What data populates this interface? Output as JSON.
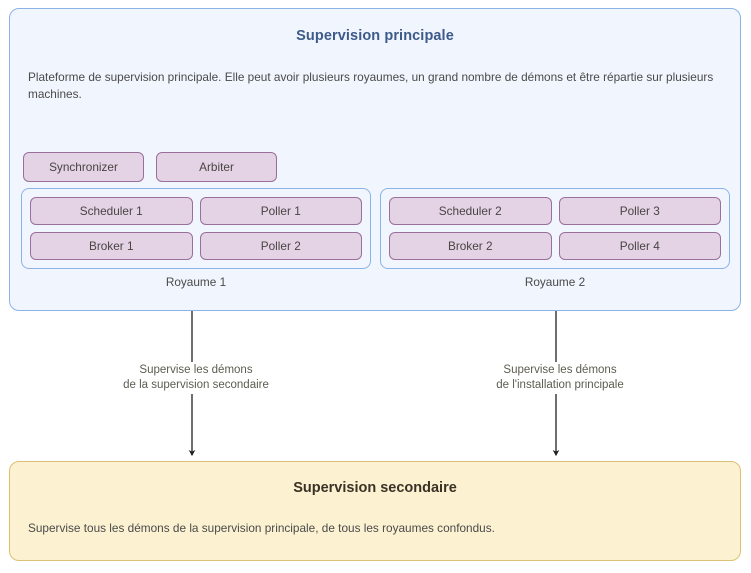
{
  "main": {
    "title": "Supervision principale",
    "description": "Plateforme de supervision principale. Elle peut avoir plusieurs royaumes, un grand nombre de démons et être répartie sur plusieurs machines.",
    "global_daemons": [
      {
        "label": "Synchronizer"
      },
      {
        "label": "Arbiter"
      }
    ],
    "realms": [
      {
        "label": "Royaume 1",
        "nodes": [
          {
            "label": "Scheduler 1"
          },
          {
            "label": "Poller 1"
          },
          {
            "label": "Broker 1"
          },
          {
            "label": "Poller 2"
          }
        ]
      },
      {
        "label": "Royaume 2",
        "nodes": [
          {
            "label": "Scheduler 2"
          },
          {
            "label": "Poller 3"
          },
          {
            "label": "Broker 2"
          },
          {
            "label": "Poller 4"
          }
        ]
      }
    ]
  },
  "arrows": [
    {
      "line1": "Supervise les démons",
      "line2": "de la supervision secondaire"
    },
    {
      "line1": "Supervise les démons",
      "line2": "de l'installation principale"
    }
  ],
  "secondary": {
    "title": "Supervision secondaire",
    "description": "Supervise tous les démons de la supervision principale, de tous les royaumes confondus."
  },
  "colors": {
    "panel_fill": "#f1f5fd",
    "panel_border": "#8cb3e8",
    "node_fill": "#e3d3e4",
    "node_border": "#9b6f9b",
    "secondary_fill": "#fcf2d2",
    "secondary_border": "#ddc173",
    "main_title_color": "#3c5a8a",
    "arrow_color": "#231f20"
  }
}
